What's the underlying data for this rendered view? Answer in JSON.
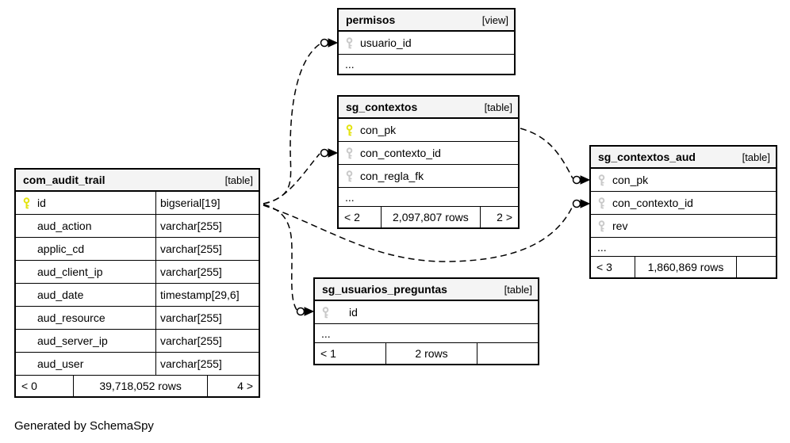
{
  "footnote": "Generated by SchemaSpy",
  "key_colors": {
    "primary_key": "#e3e30e",
    "foreign_key": "#c9c9c9"
  },
  "tables": [
    {
      "name": "permisos",
      "kind": "[view]",
      "columns": [
        {
          "name": "usuario_id",
          "key": "foreign"
        }
      ],
      "ellipsis": "..."
    },
    {
      "name": "sg_contextos",
      "kind": "[table]",
      "columns": [
        {
          "name": "con_pk",
          "key": "primary"
        },
        {
          "name": "con_contexto_id",
          "key": "foreign"
        },
        {
          "name": "con_regla_fk",
          "key": "foreign"
        }
      ],
      "ellipsis": "...",
      "footer": {
        "prev": "< 2",
        "rows": "2,097,807 rows",
        "next": "2 >"
      }
    },
    {
      "name": "com_audit_trail",
      "kind": "[table]",
      "columns": [
        {
          "name": "id",
          "type": "bigserial[19]",
          "key": "primary"
        },
        {
          "name": "aud_action",
          "type": "varchar[255]",
          "key": "none"
        },
        {
          "name": "applic_cd",
          "type": "varchar[255]",
          "key": "none"
        },
        {
          "name": "aud_client_ip",
          "type": "varchar[255]",
          "key": "none"
        },
        {
          "name": "aud_date",
          "type": "timestamp[29,6]",
          "key": "none"
        },
        {
          "name": "aud_resource",
          "type": "varchar[255]",
          "key": "none"
        },
        {
          "name": "aud_server_ip",
          "type": "varchar[255]",
          "key": "none"
        },
        {
          "name": "aud_user",
          "type": "varchar[255]",
          "key": "none"
        }
      ],
      "footer": {
        "prev": "< 0",
        "rows": "39,718,052 rows",
        "next": "4 >"
      }
    },
    {
      "name": "sg_contextos_aud",
      "kind": "[table]",
      "columns": [
        {
          "name": "con_pk",
          "key": "foreign"
        },
        {
          "name": "con_contexto_id",
          "key": "foreign"
        },
        {
          "name": "rev",
          "key": "foreign"
        }
      ],
      "ellipsis": "...",
      "footer": {
        "prev": "< 3",
        "rows": "1,860,869 rows",
        "next": ""
      }
    },
    {
      "name": "sg_usuarios_preguntas",
      "kind": "[table]",
      "columns": [
        {
          "name": "id",
          "key": "foreign"
        }
      ],
      "ellipsis": "...",
      "footer": {
        "prev": "< 1",
        "rows": "2 rows",
        "next": ""
      }
    }
  ]
}
